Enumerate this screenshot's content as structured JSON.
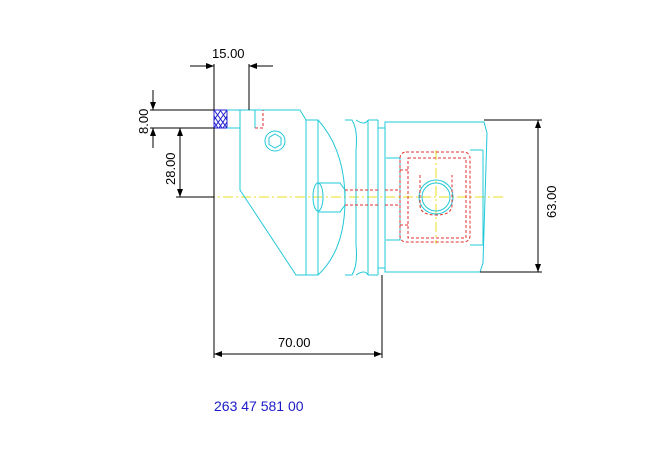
{
  "dimensions": {
    "top_width": "15.00",
    "left_small": "8.00",
    "left_height": "28.00",
    "right_height": "63.00",
    "bottom_length": "70.00"
  },
  "part_number": "263 47 581 00",
  "colors": {
    "outline": "#22c8d8",
    "hidden": "#e03030",
    "centerline": "#e8e020",
    "dimension": "#000000",
    "insert": "#2020d0",
    "part_number": "#1a1ac8"
  }
}
